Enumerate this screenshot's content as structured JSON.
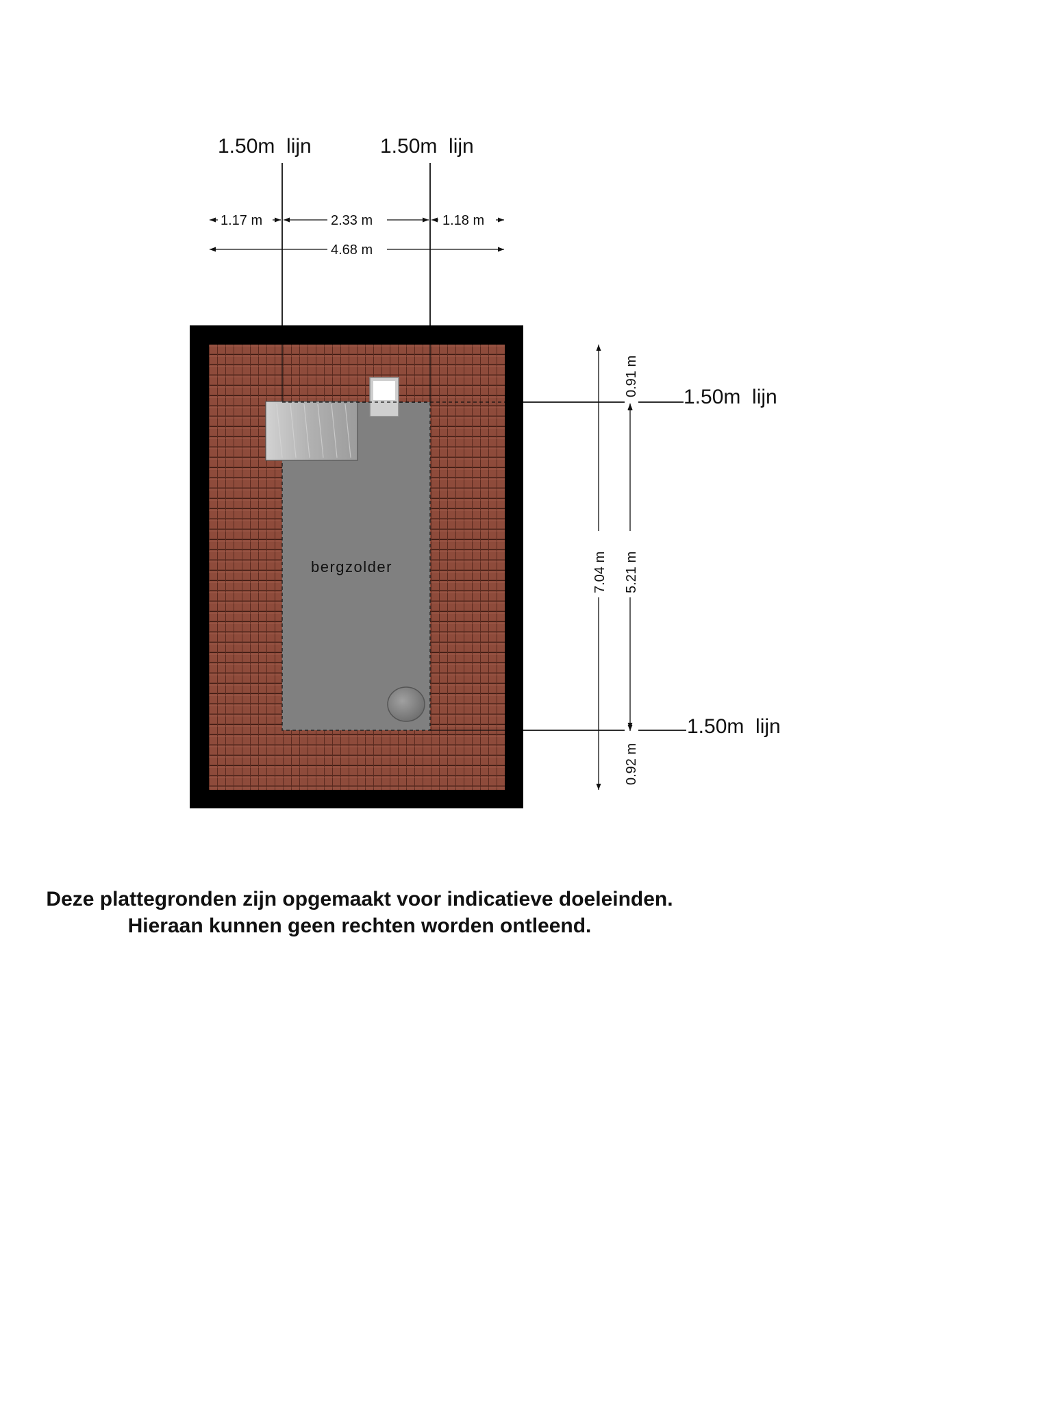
{
  "room": {
    "name": "bergzolder"
  },
  "line_labels": {
    "top_left": "1.50m  lijn",
    "top_right": "1.50m  lijn",
    "right_top": "1.50m  lijn",
    "right_bottom": "1.50m  lijn"
  },
  "dimensions": {
    "horizontal": {
      "left": "1.17 m",
      "middle": "2.33 m",
      "right": "1.18 m",
      "total": "4.68 m"
    },
    "vertical": {
      "top": "0.91 m",
      "middle": "5.21 m",
      "bottom": "0.92 m",
      "total": "7.04 m"
    }
  },
  "disclaimer": {
    "line1": "Deze plattegronden zijn opgemaakt voor indicatieve doeleinden.",
    "line2": "Hieraan kunnen geen rechten worden ontleend."
  },
  "colors": {
    "wall": "#000000",
    "roof_tiles": "#8b4a3a",
    "floor": "#808080",
    "stair": "#b9b9b9",
    "text": "#111111"
  }
}
